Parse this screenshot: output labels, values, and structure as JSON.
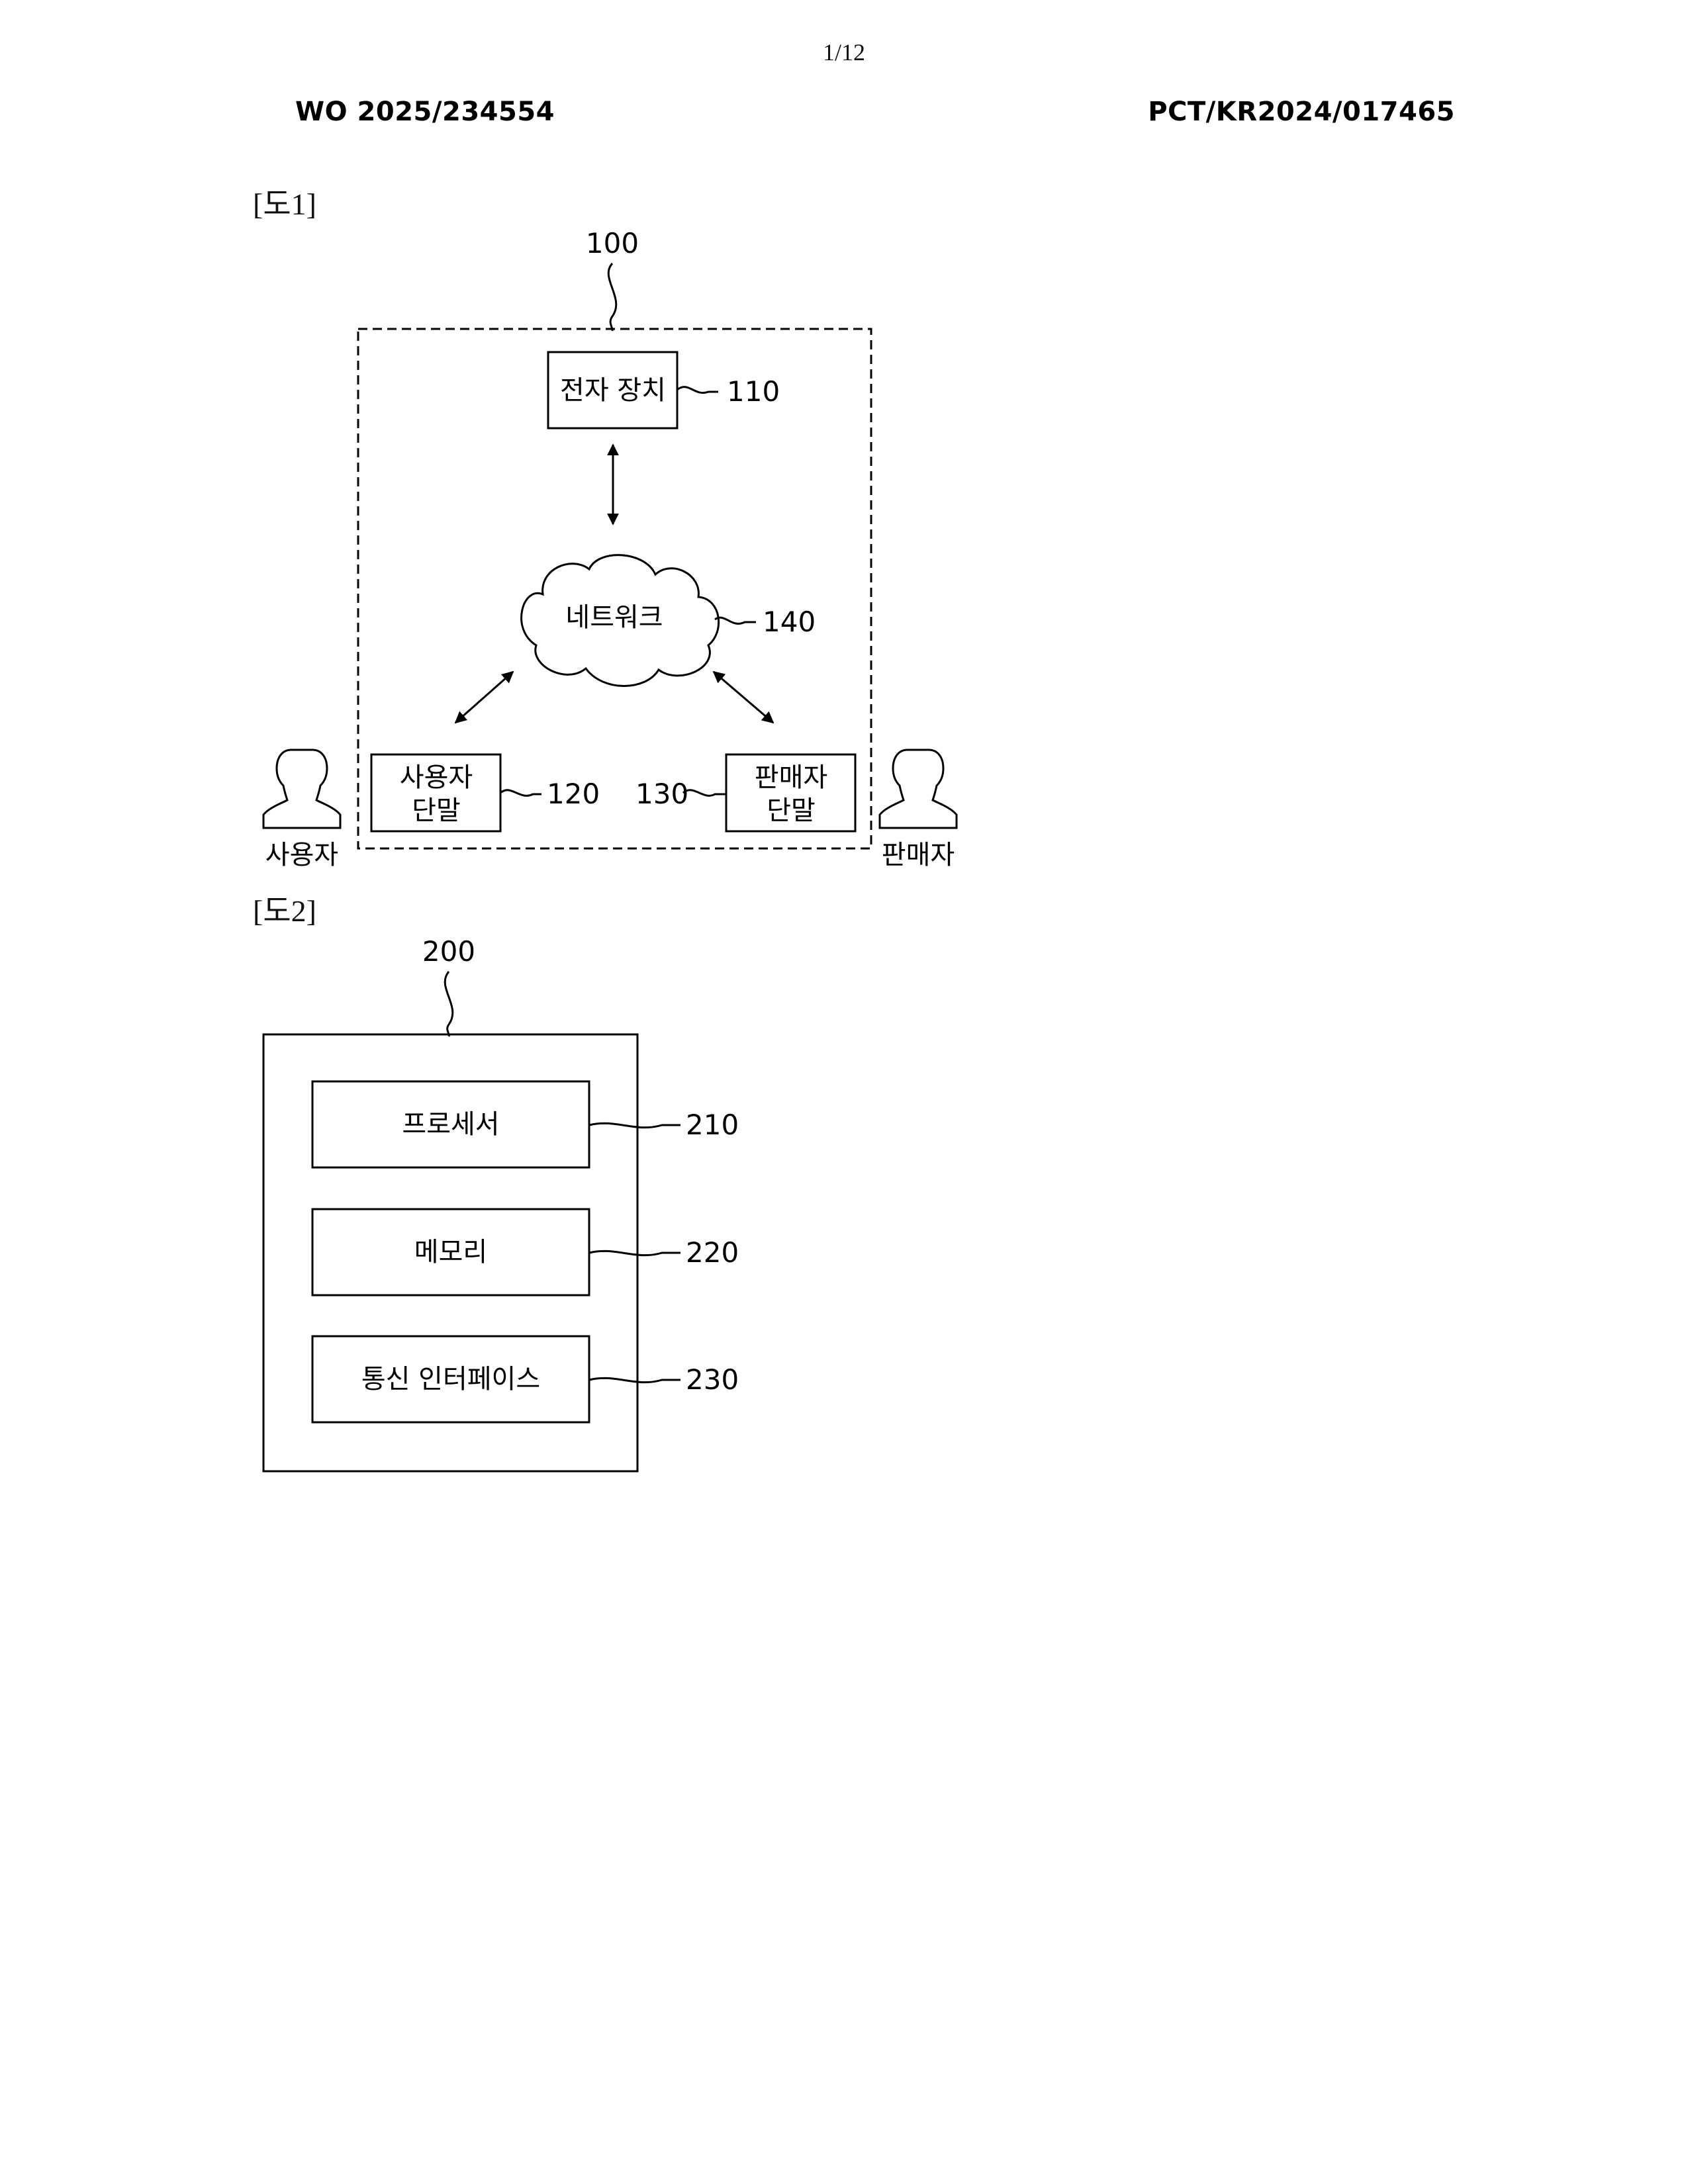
{
  "header": {
    "page_number": "1/12",
    "publication_number": "WO 2025/234554",
    "application_number": "PCT/KR2024/017465"
  },
  "figure1": {
    "label": "[도1]",
    "system_ref": "100",
    "electronic_device": {
      "label": "전자 장치",
      "ref": "110"
    },
    "network": {
      "label": "네트워크",
      "ref": "140"
    },
    "user_terminal": {
      "line1": "사용자",
      "line2": "단말",
      "ref": "120"
    },
    "seller_terminal": {
      "line1": "판매자",
      "line2": "단말",
      "ref": "130"
    },
    "user_person": {
      "label": "사용자",
      "icon": "person-icon"
    },
    "seller_person": {
      "label": "판매자",
      "icon": "person-icon"
    }
  },
  "figure2": {
    "label": "[도2]",
    "device_ref": "200",
    "processor": {
      "label": "프로세서",
      "ref": "210"
    },
    "memory": {
      "label": "메모리",
      "ref": "220"
    },
    "comm_interface": {
      "label": "통신 인터페이스",
      "ref": "230"
    }
  }
}
